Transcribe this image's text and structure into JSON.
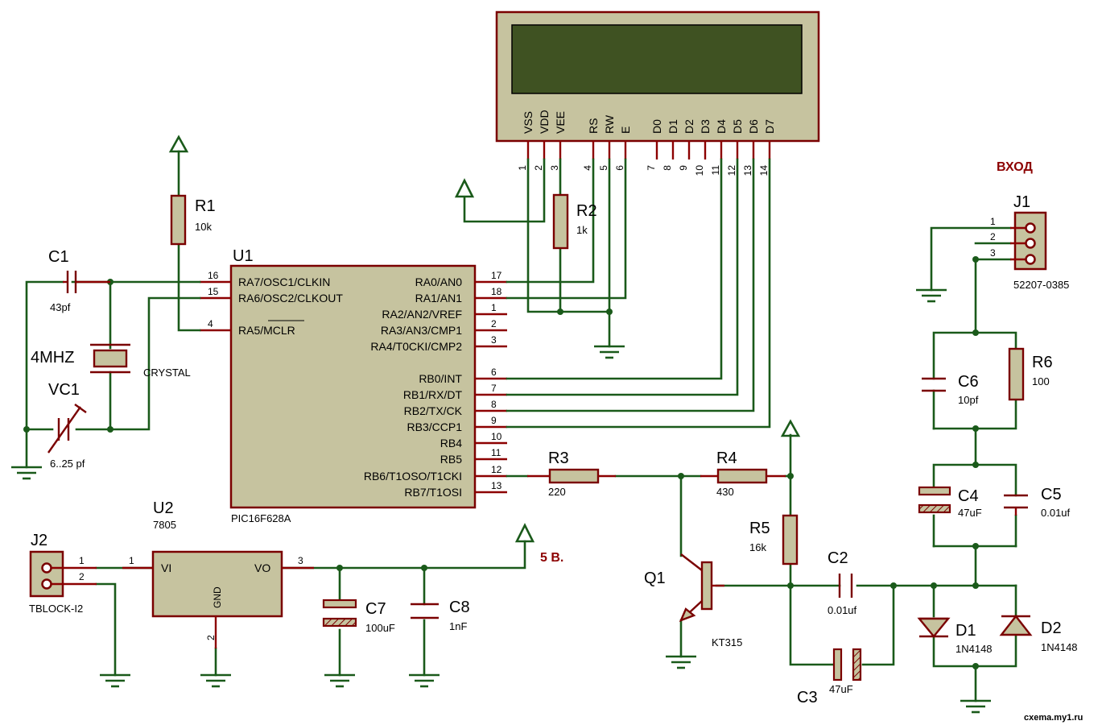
{
  "lcd": {
    "pins": [
      "VSS",
      "VDD",
      "VEE",
      "RS",
      "RW",
      "E",
      "D0",
      "D1",
      "D2",
      "D3",
      "D4",
      "D5",
      "D6",
      "D7"
    ],
    "numbers": [
      "1",
      "2",
      "3",
      "4",
      "5",
      "6",
      "7",
      "8",
      "9",
      "10",
      "11",
      "12",
      "13",
      "14"
    ]
  },
  "u1": {
    "ref": "U1",
    "name": "PIC16F628A",
    "left_pins": [
      {
        "num": "16",
        "label": "RA7/OSC1/CLKIN"
      },
      {
        "num": "15",
        "label": "RA6/OSC2/CLKOUT"
      },
      {
        "num": "4",
        "label": "RA5/MCLR"
      }
    ],
    "right_pins": [
      {
        "num": "17",
        "label": "RA0/AN0"
      },
      {
        "num": "18",
        "label": "RA1/AN1"
      },
      {
        "num": "1",
        "label": "RA2/AN2/VREF"
      },
      {
        "num": "2",
        "label": "RA3/AN3/CMP1"
      },
      {
        "num": "3",
        "label": "RA4/T0CKI/CMP2"
      },
      {
        "num": "6",
        "label": "RB0/INT"
      },
      {
        "num": "7",
        "label": "RB1/RX/DT"
      },
      {
        "num": "8",
        "label": "RB2/TX/CK"
      },
      {
        "num": "9",
        "label": "RB3/CCP1"
      },
      {
        "num": "10",
        "label": "RB4"
      },
      {
        "num": "11",
        "label": "RB5"
      },
      {
        "num": "12",
        "label": "RB6/T1OSO/T1CKI"
      },
      {
        "num": "13",
        "label": "RB7/T1OSI"
      }
    ]
  },
  "u2": {
    "ref": "U2",
    "name": "7805",
    "vi": "VI",
    "vo": "VO",
    "gnd": "GND",
    "pin_vi": "1",
    "pin_vo": "3",
    "pin_gnd": "2"
  },
  "parts": {
    "r1": {
      "ref": "R1",
      "val": "10k"
    },
    "r2": {
      "ref": "R2",
      "val": "1k"
    },
    "r3": {
      "ref": "R3",
      "val": "220"
    },
    "r4": {
      "ref": "R4",
      "val": "430"
    },
    "r5": {
      "ref": "R5",
      "val": "16k"
    },
    "r6": {
      "ref": "R6",
      "val": "100"
    },
    "c1": {
      "ref": "C1",
      "val": "43pf"
    },
    "c2": {
      "ref": "C2",
      "val": "0.01uf"
    },
    "c3": {
      "ref": "C3",
      "val": "47uF"
    },
    "c4": {
      "ref": "C4",
      "val": "47uF"
    },
    "c5": {
      "ref": "C5",
      "val": "0.01uf"
    },
    "c6": {
      "ref": "C6",
      "val": "10pf"
    },
    "c7": {
      "ref": "C7",
      "val": "100uF"
    },
    "c8": {
      "ref": "C8",
      "val": "1nF"
    },
    "vc1": {
      "ref": "VC1",
      "val": "6..25 pf"
    },
    "x1": {
      "ref": "4MHZ",
      "val": "CRYSTAL"
    },
    "q1": {
      "ref": "Q1",
      "val": "KT315"
    },
    "d1": {
      "ref": "D1",
      "val": "1N4148"
    },
    "d2": {
      "ref": "D2",
      "val": "1N4148"
    },
    "j1": {
      "ref": "J1",
      "val": "52207-0385",
      "pins": [
        "1",
        "2",
        "3"
      ]
    },
    "j2": {
      "ref": "J2",
      "val": "TBLOCK-I2",
      "pins": [
        "1",
        "2"
      ]
    }
  },
  "labels": {
    "input": "ВХОД",
    "supply": "5 В.",
    "watermark": "cxema.my1.ru"
  },
  "colors": {
    "wire": "#1a5a1a",
    "component": "#7a0000",
    "body_fill": "#c6c39f",
    "lcd_screen": "#3f5222"
  }
}
